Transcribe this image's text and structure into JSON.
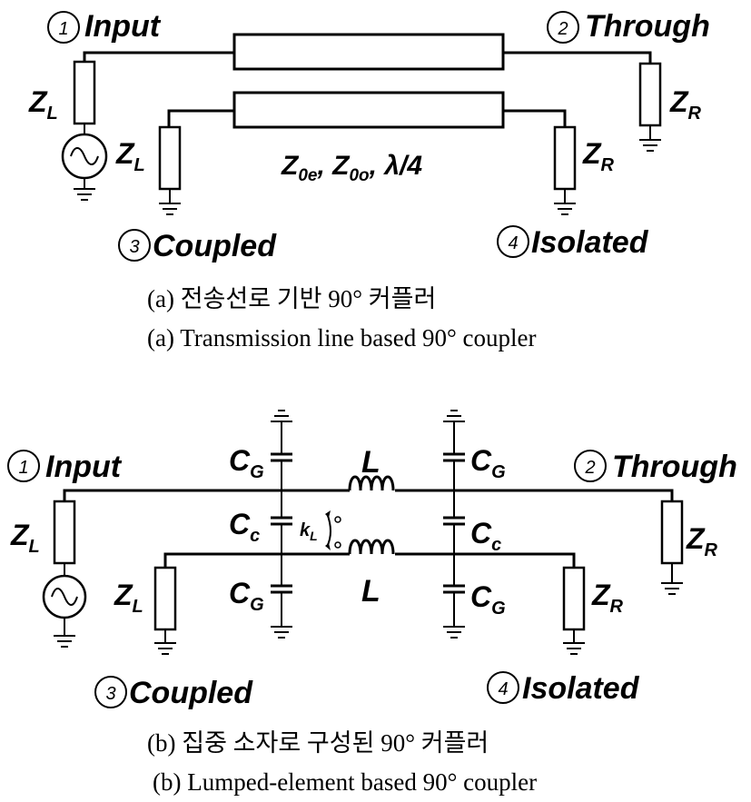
{
  "diagram_a": {
    "port1": {
      "number": "1",
      "label": "Input"
    },
    "port2": {
      "number": "2",
      "label": "Through"
    },
    "port3": {
      "number": "3",
      "label": "Coupled"
    },
    "port4": {
      "number": "4",
      "label": "Isolated"
    },
    "zl_main": "L",
    "zl_sub": "L",
    "zr_main": "R",
    "line_params": {
      "z0e": "0e",
      "z0o": "0o",
      "lambda": "λ/4"
    },
    "caption_ko": "(a)  전송선로  기반  90°  커플러",
    "caption_en": "(a)  Transmission line based 90°  coupler"
  },
  "diagram_b": {
    "port1": {
      "number": "1",
      "label": "Input"
    },
    "port2": {
      "number": "2",
      "label": "Through"
    },
    "port3": {
      "number": "3",
      "label": "Coupled"
    },
    "port4": {
      "number": "4",
      "label": "Isolated"
    },
    "cg_sub": "G",
    "cc_sub": "c",
    "inductor": "L",
    "coupling_sub": "L",
    "caption_ko": "(b)  집중  소자로  구성된  90°  커플러",
    "caption_en": "(b)  Lumped-element  based  90°  coupler"
  }
}
